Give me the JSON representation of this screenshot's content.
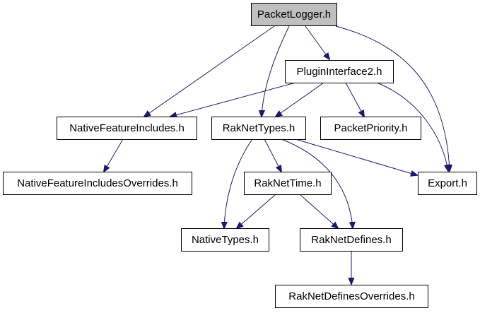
{
  "graph": {
    "edge_color": "#191970",
    "root_fill": "#bfbfbf",
    "nodes": {
      "packetlogger": "PacketLogger.h",
      "plugininterface2": "PluginInterface2.h",
      "nativefeatureincludes": "NativeFeatureIncludes.h",
      "raknettypes": "RakNetTypes.h",
      "packetpriority": "PacketPriority.h",
      "nativefeatureincludesoverrides": "NativeFeatureIncludesOverrides.h",
      "raknettime": "RakNetTime.h",
      "export": "Export.h",
      "nativetypes": "NativeTypes.h",
      "raknetdefines": "RakNetDefines.h",
      "raknetdefinesoverrides": "RakNetDefinesOverrides.h"
    },
    "edges": [
      {
        "from": "PacketLogger.h",
        "to": "PluginInterface2.h"
      },
      {
        "from": "PacketLogger.h",
        "to": "NativeFeatureIncludes.h"
      },
      {
        "from": "PacketLogger.h",
        "to": "RakNetTypes.h"
      },
      {
        "from": "PacketLogger.h",
        "to": "Export.h"
      },
      {
        "from": "PluginInterface2.h",
        "to": "NativeFeatureIncludes.h"
      },
      {
        "from": "PluginInterface2.h",
        "to": "RakNetTypes.h"
      },
      {
        "from": "PluginInterface2.h",
        "to": "PacketPriority.h"
      },
      {
        "from": "PluginInterface2.h",
        "to": "Export.h"
      },
      {
        "from": "NativeFeatureIncludes.h",
        "to": "NativeFeatureIncludesOverrides.h"
      },
      {
        "from": "RakNetTypes.h",
        "to": "NativeTypes.h"
      },
      {
        "from": "RakNetTypes.h",
        "to": "RakNetTime.h"
      },
      {
        "from": "RakNetTypes.h",
        "to": "RakNetDefines.h"
      },
      {
        "from": "RakNetTypes.h",
        "to": "Export.h"
      },
      {
        "from": "RakNetTime.h",
        "to": "NativeTypes.h"
      },
      {
        "from": "RakNetTime.h",
        "to": "RakNetDefines.h"
      },
      {
        "from": "RakNetDefines.h",
        "to": "RakNetDefinesOverrides.h"
      }
    ]
  }
}
